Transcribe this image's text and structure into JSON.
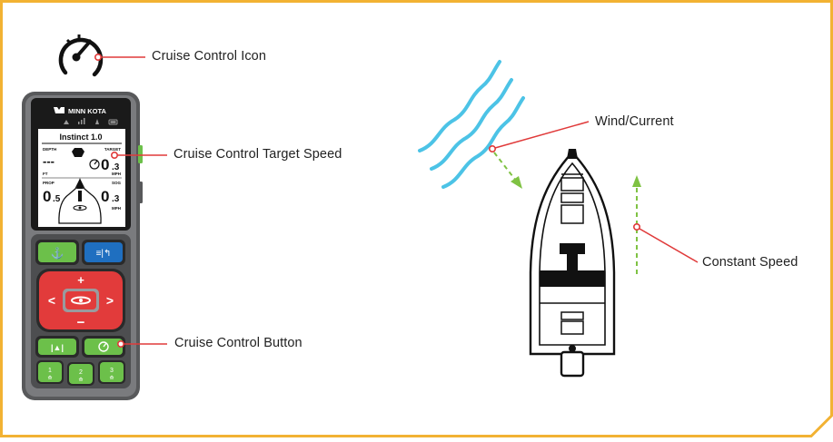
{
  "colors": {
    "frame": "#f2b233",
    "callout_line": "#e03a3a",
    "wind_wave": "#4cc3e6",
    "dashed_arrow": "#7fc243",
    "button_green": "#6cc04a",
    "button_blue": "#1f6fc0",
    "button_red": "#e23b3b",
    "remote_body": "#6d6e71",
    "screen_bg": "#ffffff"
  },
  "callouts": {
    "cruise_icon": "Cruise Control Icon",
    "target_speed": "Cruise Control Target Speed",
    "cruise_button": "Cruise Control Button",
    "wind_current": "Wind/Current",
    "constant_speed": "Constant Speed"
  },
  "remote": {
    "brand": "MINN KOTA",
    "screen": {
      "title": "Instinct 1.0",
      "depth_label": "DEPTH",
      "depth_value": "---",
      "depth_unit": "FT",
      "target_label": "TARGET",
      "target_value_main": "0",
      "target_value_dec": ".3",
      "target_unit": "MPH",
      "prop_label": "PROP",
      "prop_value_main": "0",
      "prop_value_dec": ".5",
      "sog_label": "SOG",
      "sog_value_main": "0",
      "sog_value_dec": ".3",
      "sog_unit": "MPH"
    },
    "buttons": {
      "anchor_icon": "anchor-icon",
      "menu_icon": "menu-back-icon",
      "plus": "+",
      "minus": "−",
      "left": "<",
      "right": ">",
      "preset1": "1",
      "preset2": "2",
      "preset3": "3"
    }
  }
}
